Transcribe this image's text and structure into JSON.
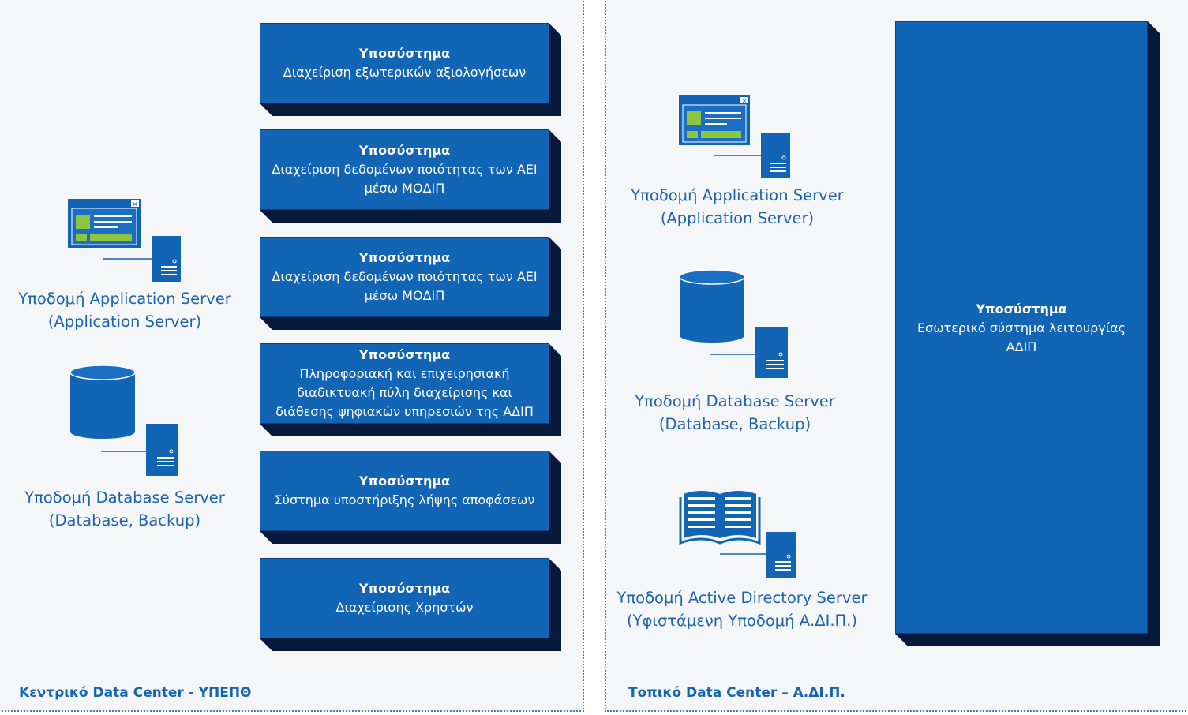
{
  "left_panel": {
    "title": "Κεντρικό Data Center - ΥΠΕΠΘ",
    "app_server": {
      "line1": "Υποδομή Application Server",
      "line2": "(Application Server)"
    },
    "db_server": {
      "line1": "Υποδομή Database Server",
      "line2": "(Database, Backup)"
    },
    "subsystems": [
      {
        "title": "Υποσύστημα",
        "lines": [
          "Διαχείριση εξωτερικών αξιολογήσεων"
        ]
      },
      {
        "title": "Υποσύστημα",
        "lines": [
          "Διαχείριση δεδομένων ποιότητας των ΑΕΙ",
          "μέσω ΜΟΔΙΠ"
        ]
      },
      {
        "title": "Υποσύστημα",
        "lines": [
          "Διαχείριση δεδομένων ποιότητας των ΑΕΙ",
          "μέσω ΜΟΔΙΠ"
        ]
      },
      {
        "title": "Υποσύστημα",
        "lines": [
          "Πληροφοριακή και επιχειρησιακή",
          "διαδικτυακή πύλη διαχείρισης και",
          "διάθεσης ψηφιακών υπηρεσιών της ΑΔΙΠ"
        ]
      },
      {
        "title": "Υποσύστημα",
        "lines": [
          "Σύστημα υποστήριξης λήψης αποφάσεων"
        ]
      },
      {
        "title": "Υποσύστημα",
        "lines": [
          "Διαχείρισης Χρηστών"
        ]
      }
    ]
  },
  "right_panel": {
    "title": "Τοπικό Data Center – Α.ΔΙ.Π.",
    "app_server": {
      "line1": "Υποδομή Application Server",
      "line2": "(Application Server)"
    },
    "db_server": {
      "line1": "Υποδομή Database Server",
      "line2": "(Database, Backup)"
    },
    "ad_server": {
      "line1": "Υποδομή Active Directory Server",
      "line2": "(Υφιστάμενη Υποδομή Α.ΔΙ.Π.)"
    },
    "subsystem": {
      "title": "Υποσύστημα",
      "lines": [
        "Εσωτερικό σύστημα λειτουργίας",
        "ΑΔΙΠ"
      ]
    }
  },
  "colors": {
    "box_face": "#1264b4",
    "box_side": "#081a3c",
    "label_blue": "#1d63ad",
    "panel_border": "#3d7fc1",
    "accent_green": "#8cc63f"
  }
}
